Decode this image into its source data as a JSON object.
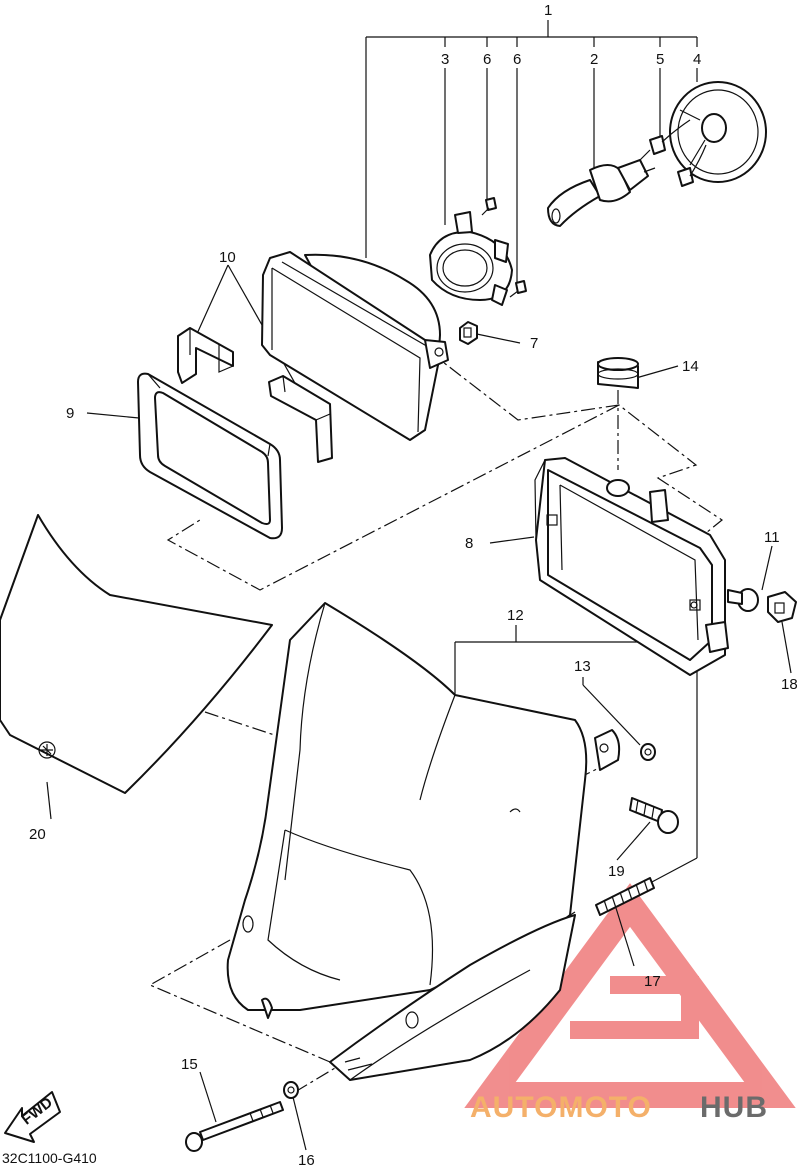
{
  "callouts": {
    "c1": "1",
    "c2": "2",
    "c3": "3",
    "c4": "4",
    "c5": "5",
    "c6a": "6",
    "c6b": "6",
    "c7": "7",
    "c8": "8",
    "c9": "9",
    "c10": "10",
    "c11": "11",
    "c12": "12",
    "c13": "13",
    "c14": "14",
    "c15": "15",
    "c16": "16",
    "c17": "17",
    "c18": "18",
    "c19": "19",
    "c20": "20"
  },
  "fwd_label": "FWD",
  "diagram_code": "32C1100-G410",
  "watermark": {
    "part1": "AUTOMOTO",
    "part2": "HUB",
    "color1": "#f4b06a",
    "color2": "#6b6b6b",
    "logo_color": "#ef7a7a"
  }
}
